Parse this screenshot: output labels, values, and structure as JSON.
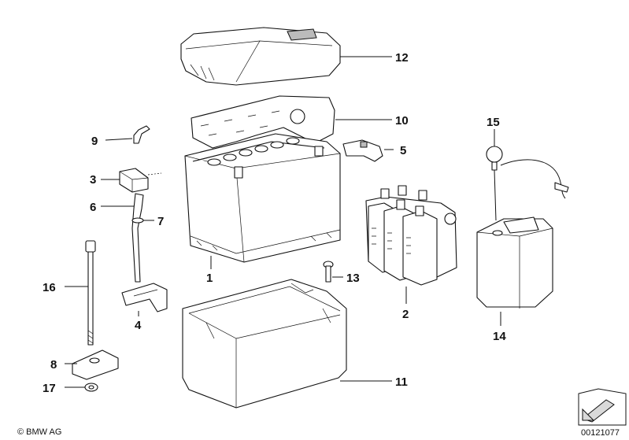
{
  "labels": {
    "p1": "1",
    "p2": "2",
    "p3": "3",
    "p4": "4",
    "p5": "5",
    "p6": "6",
    "p7": "7",
    "p8": "8",
    "p9": "9",
    "p10": "10",
    "p11": "11",
    "p12": "12",
    "p13": "13",
    "p14": "14",
    "p15": "15",
    "p16": "16",
    "p17": "17"
  },
  "footer": {
    "copyright": "© BMW AG",
    "diagram_number": "00121077"
  },
  "icons": {
    "corner": "arrow-sheet-icon"
  }
}
